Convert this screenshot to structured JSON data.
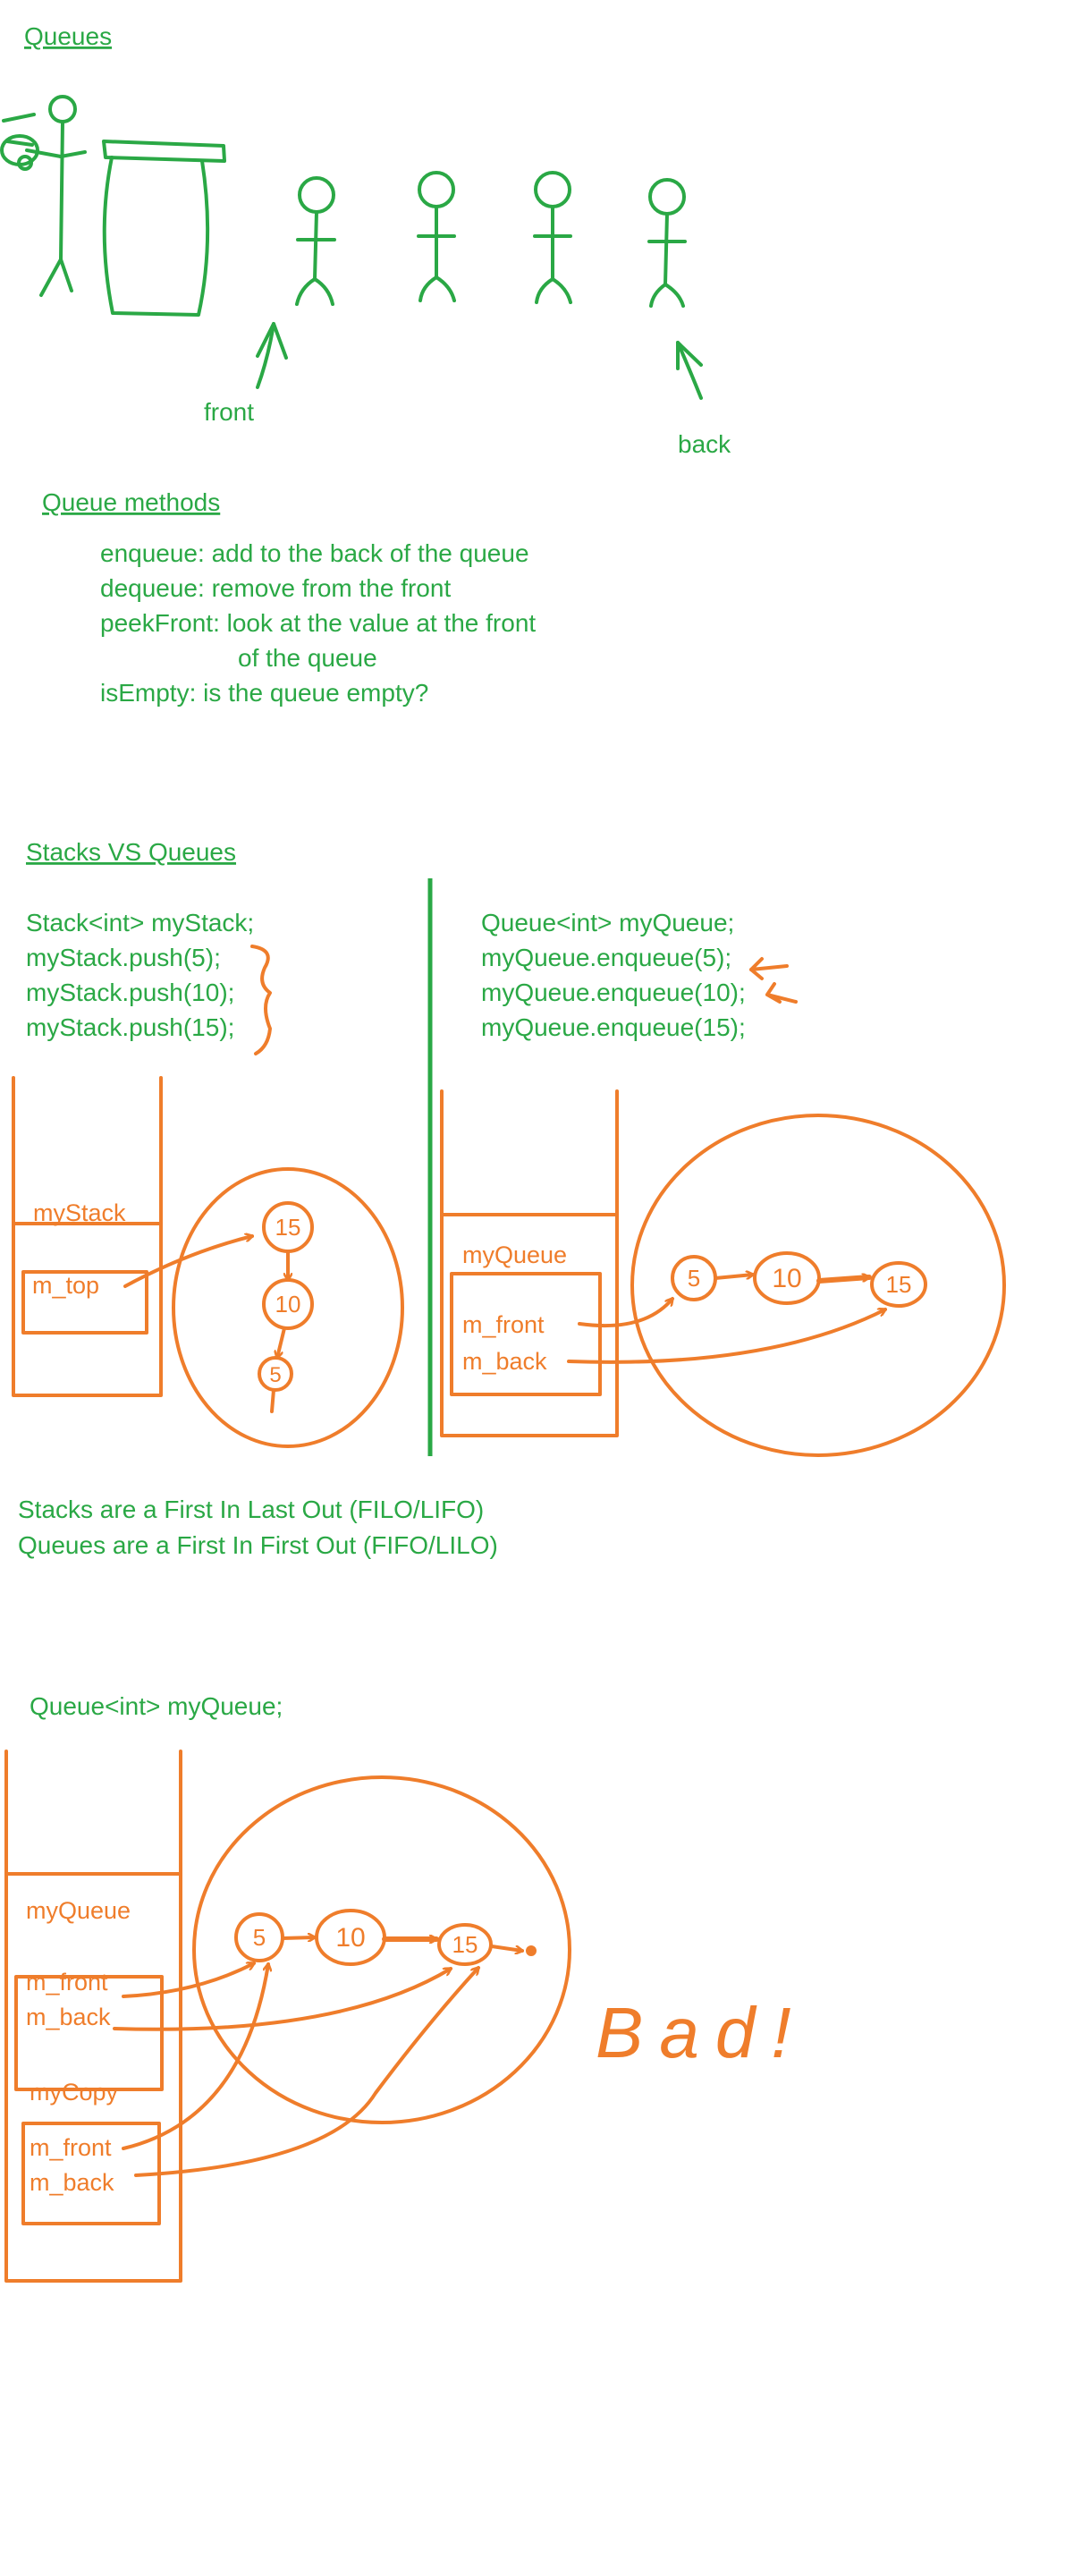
{
  "colors": {
    "green": "#2aa845",
    "orange": "#ef7d2b"
  },
  "queues_section": {
    "title": "Queues",
    "front_label": "front",
    "back_label": "back"
  },
  "methods_section": {
    "title": "Queue methods",
    "lines": [
      "enqueue: add to the back of the queue",
      "dequeue: remove from the front",
      "peekFront: look at the value at the front",
      "of the queue",
      "isEmpty: is the queue empty?"
    ]
  },
  "compare_section": {
    "title": "Stacks VS Queues",
    "stack_code": [
      "Stack<int> myStack;",
      "myStack.push(5);",
      "myStack.push(10);",
      "myStack.push(15);"
    ],
    "queue_code": [
      "Queue<int> myQueue;",
      "myQueue.enqueue(5);",
      "myQueue.enqueue(10);",
      "myQueue.enqueue(15);"
    ],
    "stack_diagram": {
      "var_label": "myStack",
      "field": "m_top",
      "nodes": [
        "15",
        "10",
        "5"
      ]
    },
    "queue_diagram": {
      "var_label": "myQueue",
      "fields": [
        "m_front",
        "m_back"
      ],
      "nodes": [
        "5",
        "10",
        "15"
      ]
    },
    "summary": [
      "Stacks are a First In Last Out (FILO/LIFO)",
      "Queues are a First In First Out (FIFO/LILO)"
    ]
  },
  "copy_section": {
    "code": "Queue<int> myQueue;",
    "obj1": {
      "label": "myQueue",
      "fields": [
        "m_front",
        "m_back"
      ]
    },
    "obj2": {
      "label": "myCopy",
      "fields": [
        "m_front",
        "m_back"
      ]
    },
    "nodes": [
      "5",
      "10",
      "15"
    ],
    "bad_label": "Bad!"
  }
}
